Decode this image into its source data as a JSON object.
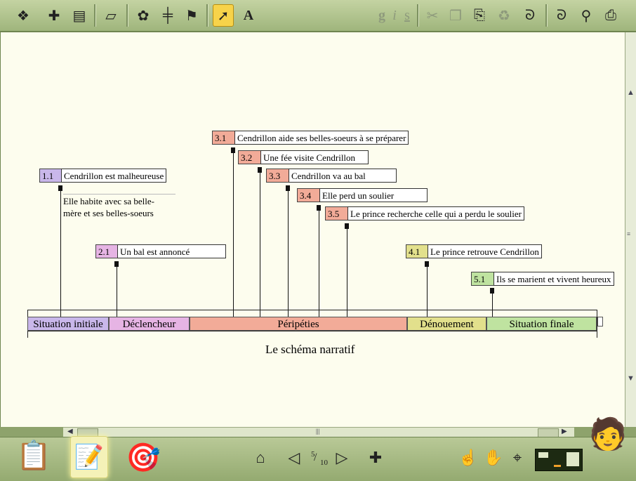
{
  "toolbar": {
    "text_tool_label": "A",
    "style_buttons": [
      "g",
      "i",
      "s"
    ]
  },
  "events": [
    {
      "num": "1.1",
      "text": "Cendrillon est malheureuse",
      "color": "#c9b7ea"
    },
    {
      "num": "2.1",
      "text": "Un bal est annoncé",
      "color": "#e6b4e4"
    },
    {
      "num": "3.1",
      "text": "Cendrillon aide ses belles-soeurs à se préparer",
      "color": "#f2ab98"
    },
    {
      "num": "3.2",
      "text": "Une fée visite Cendrillon",
      "color": "#f2ab98"
    },
    {
      "num": "3.3",
      "text": "Cendrillon va au bal",
      "color": "#f2ab98"
    },
    {
      "num": "3.4",
      "text": "Elle perd un soulier",
      "color": "#f2ab98"
    },
    {
      "num": "3.5",
      "text": "Le prince recherche celle qui a perdu le soulier",
      "color": "#f2ab98"
    },
    {
      "num": "4.1",
      "text": "Le prince retrouve Cendrillon",
      "color": "#e2e08c"
    },
    {
      "num": "5.1",
      "text": "Ils se marient et vivent heureux",
      "color": "#bfe3a0"
    }
  ],
  "note": {
    "line1": "Elle habite avec sa belle-",
    "line2": "mère et ses belles-soeurs"
  },
  "timeline": [
    {
      "label": "Situation initiale",
      "color": "#c9b7ea"
    },
    {
      "label": "Déclencheur",
      "color": "#e6b4e4"
    },
    {
      "label": "Péripéties",
      "color": "#f2ab98"
    },
    {
      "label": "Dénouement",
      "color": "#e2e08c"
    },
    {
      "label": "Situation finale",
      "color": "#bfe3a0"
    }
  ],
  "diagram_title": "Le schéma narratif",
  "pager": {
    "current": "5",
    "total": "10"
  }
}
